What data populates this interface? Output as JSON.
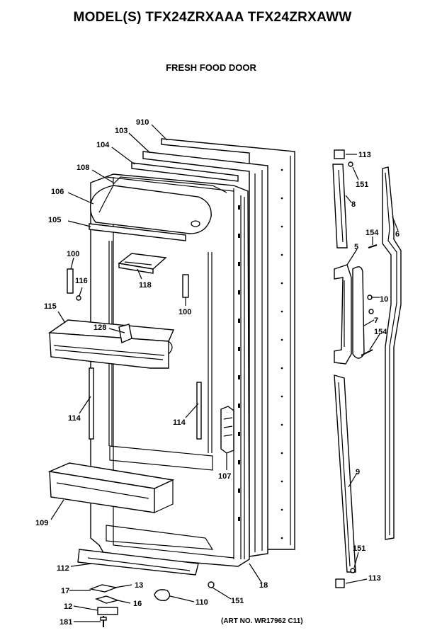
{
  "header": {
    "title": "MODEL(S) TFX24ZRXAAA  TFX24ZRXAWW",
    "subtitle": "FRESH FOOD DOOR"
  },
  "footer": {
    "art_number": "(ART NO. WR17962 C11)"
  },
  "callouts": {
    "p910": "910",
    "p103": "103",
    "p104": "104",
    "p108": "108",
    "p106": "106",
    "p105": "105",
    "p100a": "100",
    "p116": "116",
    "p118": "118",
    "p100b": "100",
    "p115": "115",
    "p128": "128",
    "p114a": "114",
    "p114b": "114",
    "p107": "107",
    "p109": "109",
    "p112": "112",
    "p13": "13",
    "p17": "17",
    "p16": "16",
    "p12": "12",
    "p181": "181",
    "p110": "110",
    "p151a": "151",
    "p18": "18",
    "p113a": "113",
    "p151b": "151",
    "p8": "8",
    "p6": "6",
    "p154a": "154",
    "p5": "5",
    "p10": "10",
    "p7": "7",
    "p154b": "154",
    "p9": "9",
    "p151c": "151",
    "p113b": "113"
  }
}
